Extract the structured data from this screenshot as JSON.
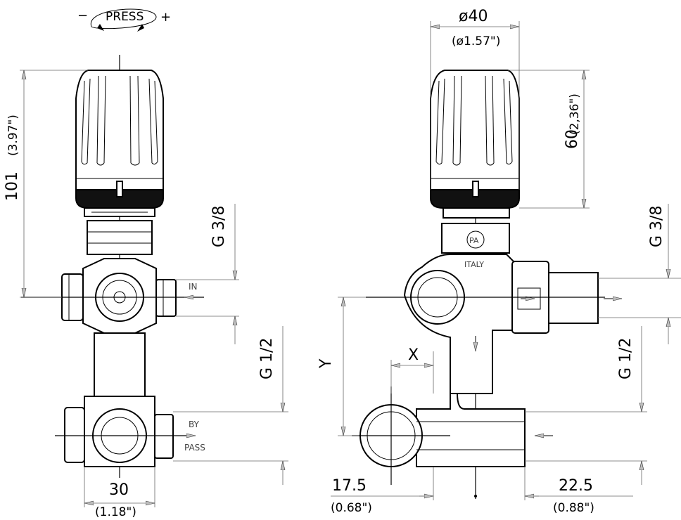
{
  "press_control": {
    "minus": "−",
    "label": "PRESS",
    "plus": "+"
  },
  "front_view": {
    "height_dim": "101",
    "height_dim_inch": "(3.97\")",
    "inlet_thread": "G 3/8",
    "inlet_label": "IN",
    "bypass_thread": "G 1/2",
    "bypass_label_1": "BY",
    "bypass_label_2": "PASS",
    "width_dim": "30",
    "width_dim_inch": "(1.18\")"
  },
  "side_view": {
    "knob_diameter": "ø40",
    "knob_diameter_inch": "(ø1.57\")",
    "knob_height": "60",
    "knob_height_inch": "(2,36\")",
    "outlet_thread": "G 3/8",
    "bypass_thread": "G 1/2",
    "brand_stamp": "PA",
    "origin_stamp": "ITALY",
    "dim_x": "X",
    "dim_y": "Y",
    "left_offset": "17.5",
    "left_offset_inch": "(0.68\")",
    "right_offset": "22.5",
    "right_offset_inch": "(0.88\")"
  }
}
